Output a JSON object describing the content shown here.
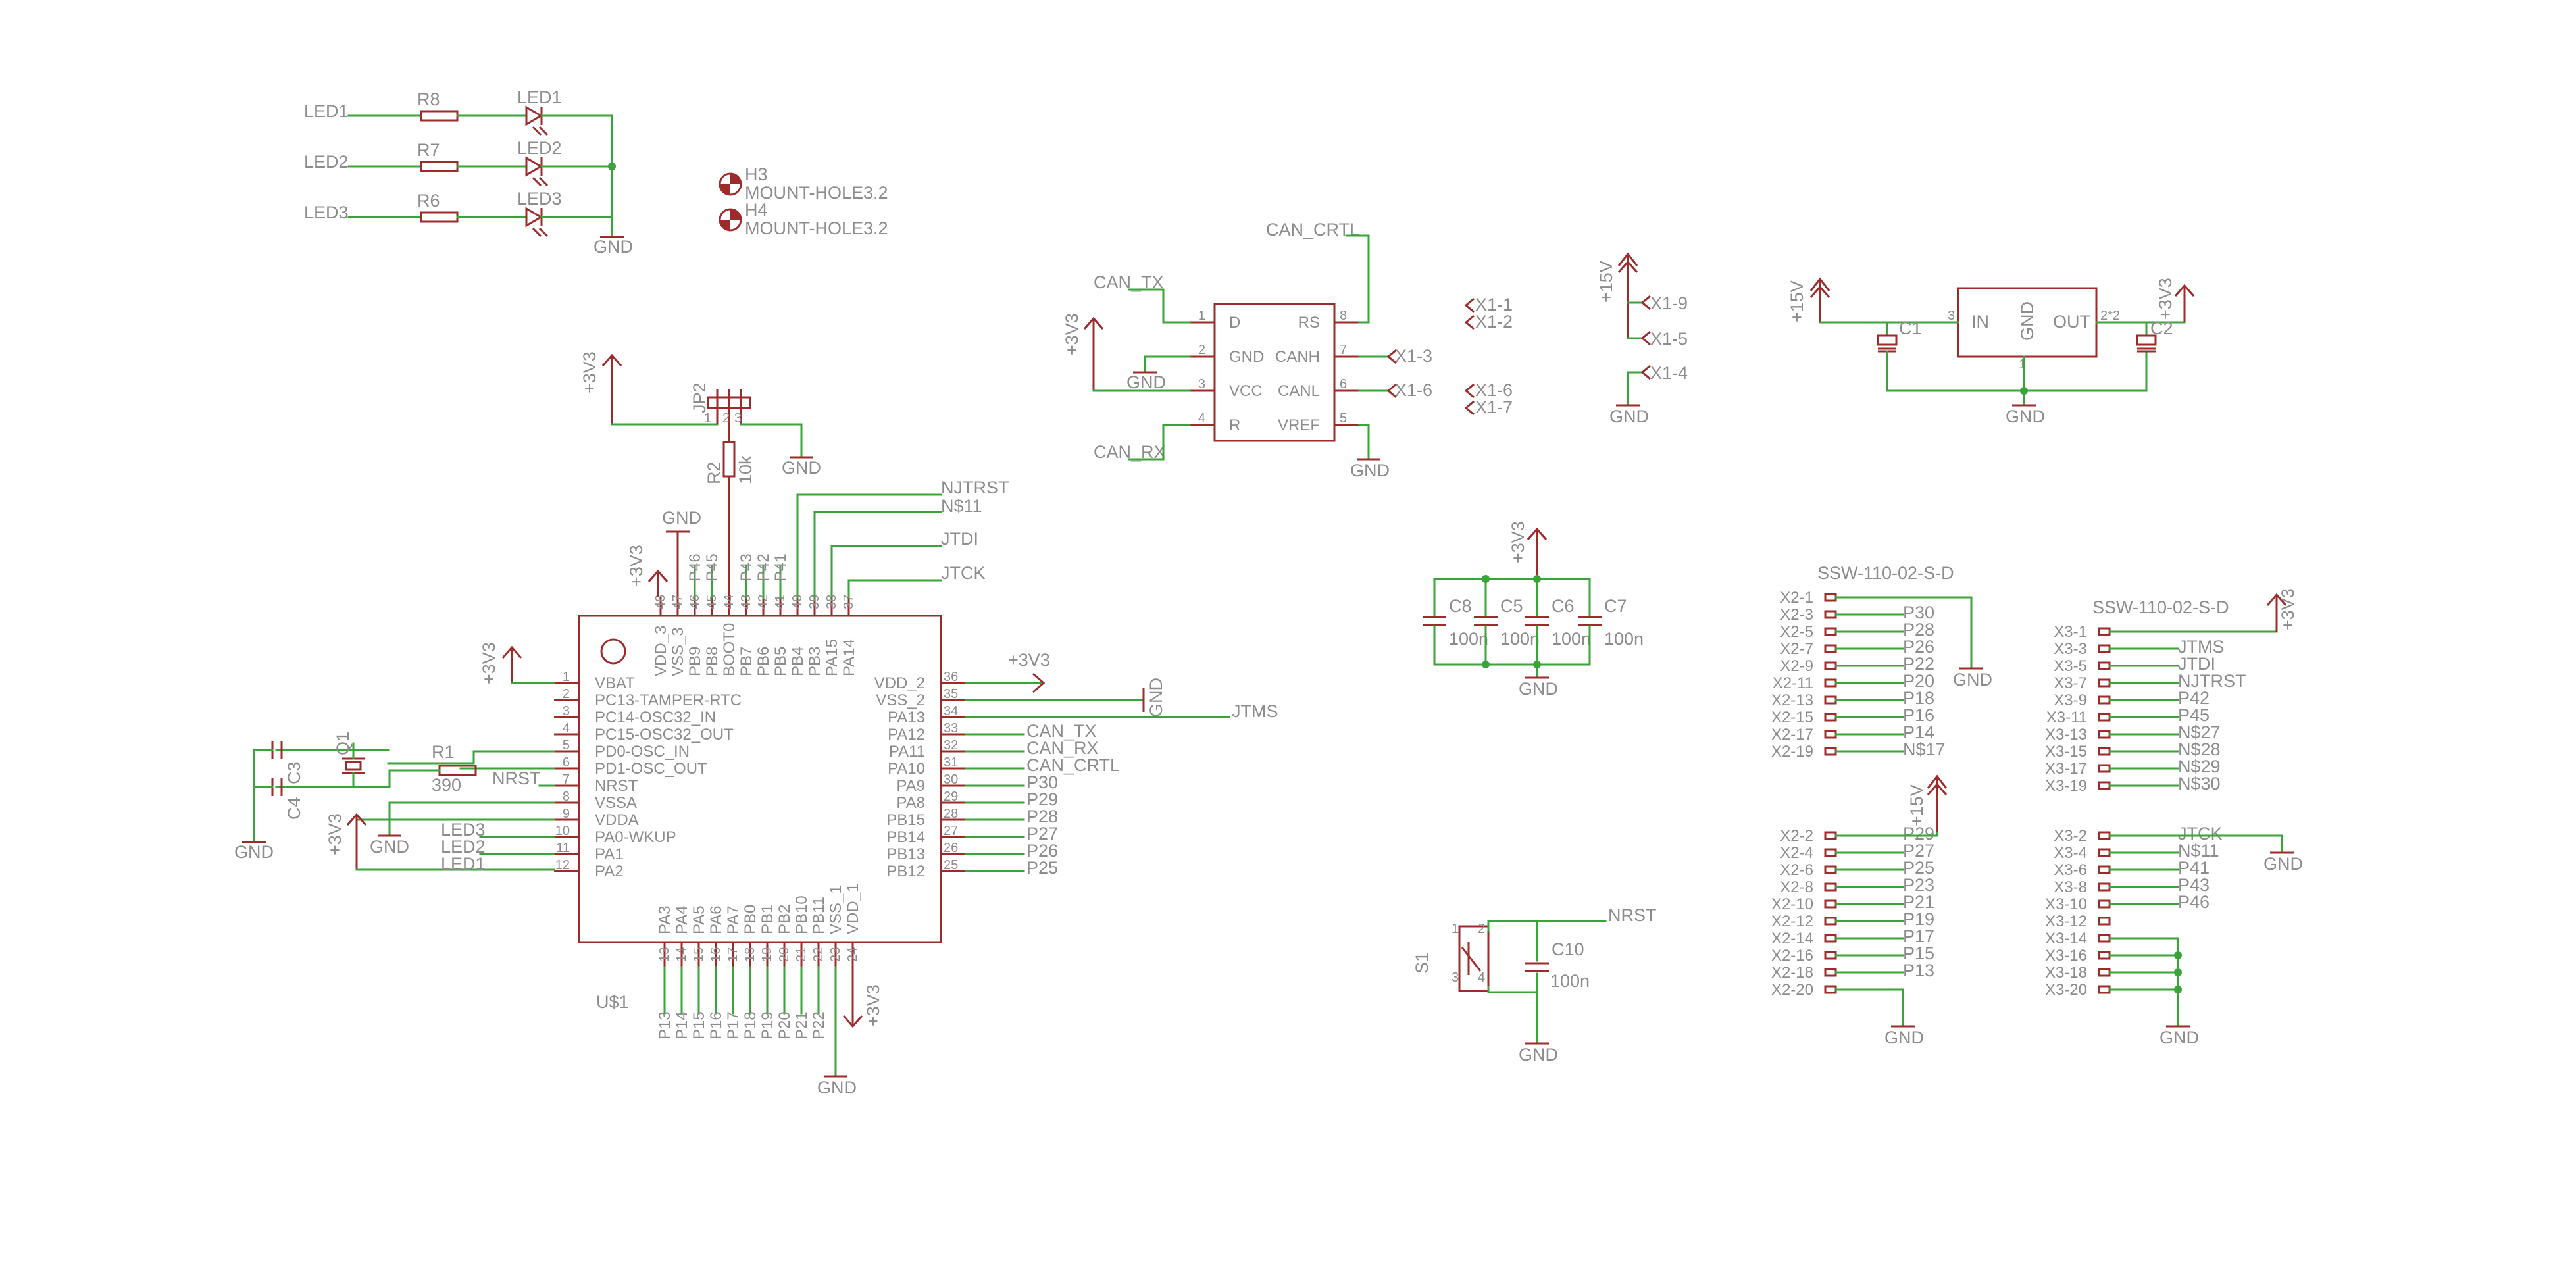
{
  "led": {
    "nets": [
      "LED1",
      "LED2",
      "LED3"
    ],
    "resistors": [
      "R8",
      "R7",
      "R6"
    ],
    "leds": [
      "LED1",
      "LED2",
      "LED3"
    ],
    "gnd": "GND"
  },
  "mount": {
    "h3": "H3",
    "h4": "H4",
    "value": "MOUNT-HOLE3.2"
  },
  "jumper": {
    "rail": "+3V3",
    "name": "JP2",
    "pins": [
      "1",
      "2",
      "3"
    ],
    "gnd": "GND",
    "r2_name": "R2",
    "r2_value": "10k"
  },
  "mcu": {
    "name": "U$1",
    "left": [
      {
        "num": "1",
        "name": "VBAT"
      },
      {
        "num": "2",
        "name": "PC13-TAMPER-RTC"
      },
      {
        "num": "3",
        "name": "PC14-OSC32_IN"
      },
      {
        "num": "4",
        "name": "PC15-OSC32_OUT"
      },
      {
        "num": "5",
        "name": "PD0-OSC_IN"
      },
      {
        "num": "6",
        "name": "PD1-OSC_OUT"
      },
      {
        "num": "7",
        "name": "NRST"
      },
      {
        "num": "8",
        "name": "VSSA"
      },
      {
        "num": "9",
        "name": "VDDA"
      },
      {
        "num": "10",
        "name": "PA0-WKUP"
      },
      {
        "num": "11",
        "name": "PA1"
      },
      {
        "num": "12",
        "name": "PA2"
      }
    ],
    "right": [
      {
        "num": "36",
        "name": "VDD_2",
        "net": "+3V3"
      },
      {
        "num": "35",
        "name": "VSS_2",
        "net": "GND"
      },
      {
        "num": "34",
        "name": "PA13",
        "net": "JTMS"
      },
      {
        "num": "33",
        "name": "PA12",
        "net": "CAN_TX"
      },
      {
        "num": "32",
        "name": "PA11",
        "net": "CAN_RX"
      },
      {
        "num": "31",
        "name": "PA10",
        "net": "CAN_CRTL"
      },
      {
        "num": "30",
        "name": "PA9",
        "net": "P30"
      },
      {
        "num": "29",
        "name": "PA8",
        "net": "P29"
      },
      {
        "num": "28",
        "name": "PB15",
        "net": "P28"
      },
      {
        "num": "27",
        "name": "PB14",
        "net": "P27"
      },
      {
        "num": "26",
        "name": "PB13",
        "net": "P26"
      },
      {
        "num": "25",
        "name": "PB12",
        "net": "P25"
      }
    ],
    "top": [
      {
        "num": "48",
        "name": "VDD_3"
      },
      {
        "num": "47",
        "name": "VSS_3"
      },
      {
        "num": "46",
        "name": "PB9"
      },
      {
        "num": "45",
        "name": "PB8"
      },
      {
        "num": "44",
        "name": "BOOT0"
      },
      {
        "num": "43",
        "name": "PB7"
      },
      {
        "num": "42",
        "name": "PB6"
      },
      {
        "num": "41",
        "name": "PB5"
      },
      {
        "num": "40",
        "name": "PB4"
      },
      {
        "num": "39",
        "name": "PB3"
      },
      {
        "num": "38",
        "name": "PA15"
      },
      {
        "num": "37",
        "name": "PA14"
      }
    ],
    "top_nets": [
      "+3V3",
      "GND",
      "P46",
      "P45",
      "",
      "P43",
      "P42",
      "P41"
    ],
    "top_gnd": "GND",
    "jtag_nets": [
      "NJTRST",
      "N$11",
      "JTDI",
      "JTCK"
    ],
    "bottom": [
      {
        "num": "13",
        "name": "PA3",
        "net": "P13"
      },
      {
        "num": "14",
        "name": "PA4",
        "net": "P14"
      },
      {
        "num": "15",
        "name": "PA5",
        "net": "P15"
      },
      {
        "num": "16",
        "name": "PA6",
        "net": "P16"
      },
      {
        "num": "17",
        "name": "PA7",
        "net": "P17"
      },
      {
        "num": "18",
        "name": "PB0",
        "net": "P18"
      },
      {
        "num": "19",
        "name": "PB1",
        "net": "P19"
      },
      {
        "num": "20",
        "name": "PB2",
        "net": "P20"
      },
      {
        "num": "21",
        "name": "PB10",
        "net": "P21"
      },
      {
        "num": "22",
        "name": "PB11",
        "net": "P22"
      },
      {
        "num": "23",
        "name": "VSS_1",
        "net": ""
      },
      {
        "num": "24",
        "name": "VDD_1",
        "net": ""
      }
    ],
    "bottom_gnd": "GND",
    "bottom_vdd": "+3V3",
    "vbat_rail": "+3V3",
    "left_gnd": "GND",
    "vdda_rail": "+3V3",
    "crystal": "Q1",
    "c3": "C3",
    "c4": "C4",
    "r1_name": "R1",
    "r1_value": "390",
    "nrst_net": "NRST",
    "crystal_gnd": "GND",
    "led_nets": [
      "LED3",
      "LED2",
      "LED1"
    ]
  },
  "can": {
    "pins_left": [
      {
        "num": "1",
        "name": "D"
      },
      {
        "num": "2",
        "name": "GND"
      },
      {
        "num": "3",
        "name": "VCC"
      },
      {
        "num": "4",
        "name": "R"
      }
    ],
    "pins_right": [
      {
        "num": "8",
        "name": "RS"
      },
      {
        "num": "7",
        "name": "CANH"
      },
      {
        "num": "6",
        "name": "CANL"
      },
      {
        "num": "5",
        "name": "VREF"
      }
    ],
    "nets": {
      "tx": "CAN_TX",
      "rx": "CAN_RX",
      "crtl": "CAN_CRTL",
      "rail": "+3V3",
      "gnd_left": "GND",
      "gnd_right": "GND",
      "canh": "X1-3",
      "canl": "X1-6"
    }
  },
  "x1": {
    "a": "X1-1",
    "b": "X1-2",
    "c": "X1-6",
    "d": "X1-7",
    "p15_rail": "+15V",
    "e": "X1-9",
    "f": "X1-5",
    "g": "X1-4",
    "gnd": "GND"
  },
  "reg": {
    "in_rail": "+15V",
    "out_rail": "+3V3",
    "in": "IN",
    "gnd_pin": "GND",
    "out": "OUT",
    "pin_in": "3",
    "pin_out": "2*2",
    "pin_gnd": "1",
    "c1": "C1",
    "c2": "C2",
    "gnd": "GND"
  },
  "decoup": {
    "rail": "+3V3",
    "gnd": "GND",
    "caps": [
      {
        "name": "C8",
        "value": "100n"
      },
      {
        "name": "C5",
        "value": "100n"
      },
      {
        "name": "C6",
        "value": "100n"
      },
      {
        "name": "C7",
        "value": "100n"
      }
    ]
  },
  "reset": {
    "switch": "S1",
    "pins": [
      "1",
      "2",
      "3",
      "4"
    ],
    "cap": "C10",
    "cap_value": "100n",
    "net": "NRST",
    "gnd": "GND"
  },
  "x2": {
    "title": "SSW-110-02-S-D",
    "odd": [
      {
        "pin": "X2-1",
        "net": ""
      },
      {
        "pin": "X2-3",
        "net": "P30"
      },
      {
        "pin": "X2-5",
        "net": "P28"
      },
      {
        "pin": "X2-7",
        "net": "P26"
      },
      {
        "pin": "X2-9",
        "net": "P22"
      },
      {
        "pin": "X2-11",
        "net": "P20"
      },
      {
        "pin": "X2-13",
        "net": "P18"
      },
      {
        "pin": "X2-15",
        "net": "P16"
      },
      {
        "pin": "X2-17",
        "net": "P14"
      },
      {
        "pin": "X2-19",
        "net": "N$17"
      }
    ],
    "even": [
      {
        "pin": "X2-2",
        "net": "P29"
      },
      {
        "pin": "X2-4",
        "net": "P27"
      },
      {
        "pin": "X2-6",
        "net": "P25"
      },
      {
        "pin": "X2-8",
        "net": "P23"
      },
      {
        "pin": "X2-10",
        "net": "P21"
      },
      {
        "pin": "X2-12",
        "net": "P19"
      },
      {
        "pin": "X2-14",
        "net": "P17"
      },
      {
        "pin": "X2-16",
        "net": "P15"
      },
      {
        "pin": "X2-18",
        "net": "P13"
      },
      {
        "pin": "X2-20",
        "net": ""
      }
    ],
    "odd_gnd": "GND",
    "even_rail": "+15V",
    "even_gnd": "GND"
  },
  "x3": {
    "title": "SSW-110-02-S-D",
    "odd": [
      {
        "pin": "X3-1",
        "net": ""
      },
      {
        "pin": "X3-3",
        "net": "JTMS"
      },
      {
        "pin": "X3-5",
        "net": "JTDI"
      },
      {
        "pin": "X3-7",
        "net": "NJTRST"
      },
      {
        "pin": "X3-9",
        "net": "P42"
      },
      {
        "pin": "X3-11",
        "net": "P45"
      },
      {
        "pin": "X3-13",
        "net": "N$27"
      },
      {
        "pin": "X3-15",
        "net": "N$28"
      },
      {
        "pin": "X3-17",
        "net": "N$29"
      },
      {
        "pin": "X3-19",
        "net": "N$30"
      }
    ],
    "even": [
      {
        "pin": "X3-2",
        "net": "JTCK"
      },
      {
        "pin": "X3-4",
        "net": "N$11"
      },
      {
        "pin": "X3-6",
        "net": "P41"
      },
      {
        "pin": "X3-8",
        "net": "P43"
      },
      {
        "pin": "X3-10",
        "net": "P46"
      },
      {
        "pin": "X3-12",
        "net": ""
      },
      {
        "pin": "X3-14",
        "net": ""
      },
      {
        "pin": "X3-16",
        "net": ""
      },
      {
        "pin": "X3-18",
        "net": ""
      },
      {
        "pin": "X3-20",
        "net": ""
      }
    ],
    "odd_rail": "+3V3",
    "even_gnd_top": "GND",
    "even_gnd": "GND"
  }
}
